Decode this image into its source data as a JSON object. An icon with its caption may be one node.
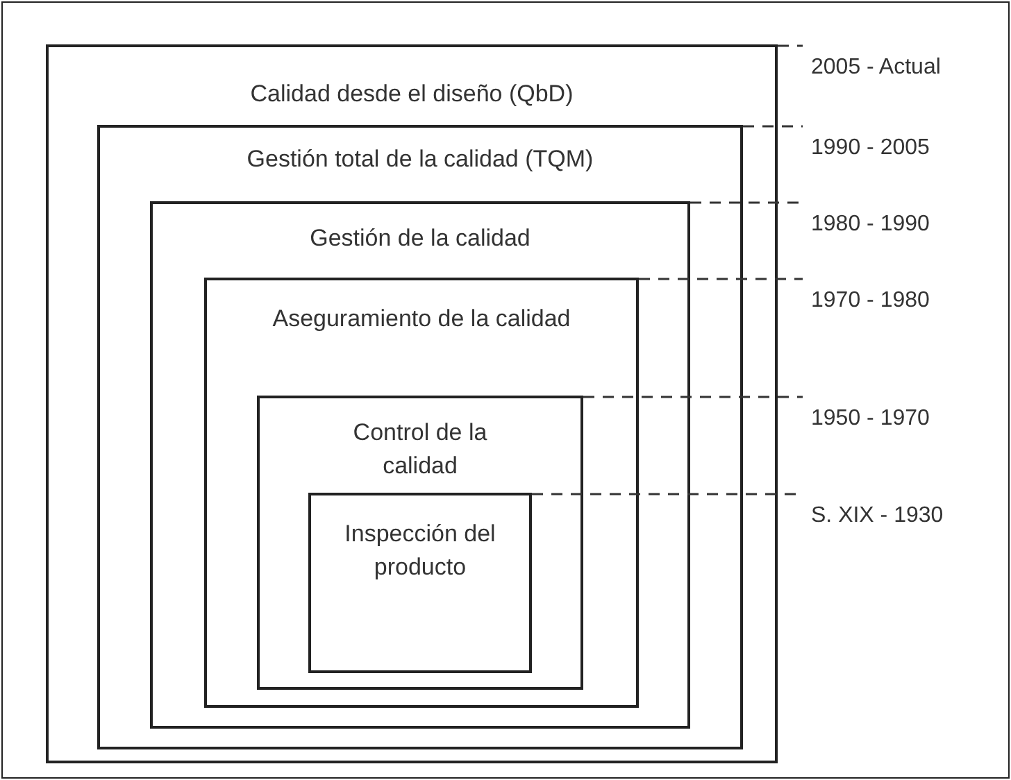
{
  "diagram": {
    "nodes": [
      {
        "text": [
          "Calidad desde el diseño (QbD)"
        ]
      },
      {
        "text": [
          "Gestión total de la calidad (TQM)"
        ],
        "in": 0
      },
      {
        "text": [
          "Gestión de la calidad"
        ],
        "in": 1
      },
      {
        "text": [
          "Aseguramiento de la calidad"
        ],
        "in": 2
      },
      {
        "text": [
          "Control de la calidad"
        ],
        "in": 3
      },
      {
        "text": [
          "Inspección del producto"
        ],
        "in": 4
      },
      {
        "text": [
          "2005 - Actual"
        ]
      },
      {
        "text": [
          "1990 - 2005"
        ]
      },
      {
        "text": [
          "1980 - 1990"
        ]
      },
      {
        "text": [
          "1970 - 1980"
        ]
      },
      {
        "text": [
          "1950 - 1970"
        ]
      },
      {
        "text": [
          "S. XIX - 1930"
        ]
      }
    ],
    "edges": [
      {
        "from": 0,
        "to": 6,
        "arrow": "none",
        "style": "dashed"
      },
      {
        "from": 1,
        "to": 7,
        "arrow": "none",
        "style": "dashed"
      },
      {
        "from": 2,
        "to": 8,
        "arrow": "none",
        "style": "dashed"
      },
      {
        "from": 3,
        "to": 9,
        "arrow": "none",
        "style": "dashed"
      },
      {
        "from": 4,
        "to": 10,
        "arrow": "none",
        "style": "dashed"
      },
      {
        "from": 5,
        "to": 11,
        "arrow": "none",
        "style": "dashed"
      }
    ]
  }
}
